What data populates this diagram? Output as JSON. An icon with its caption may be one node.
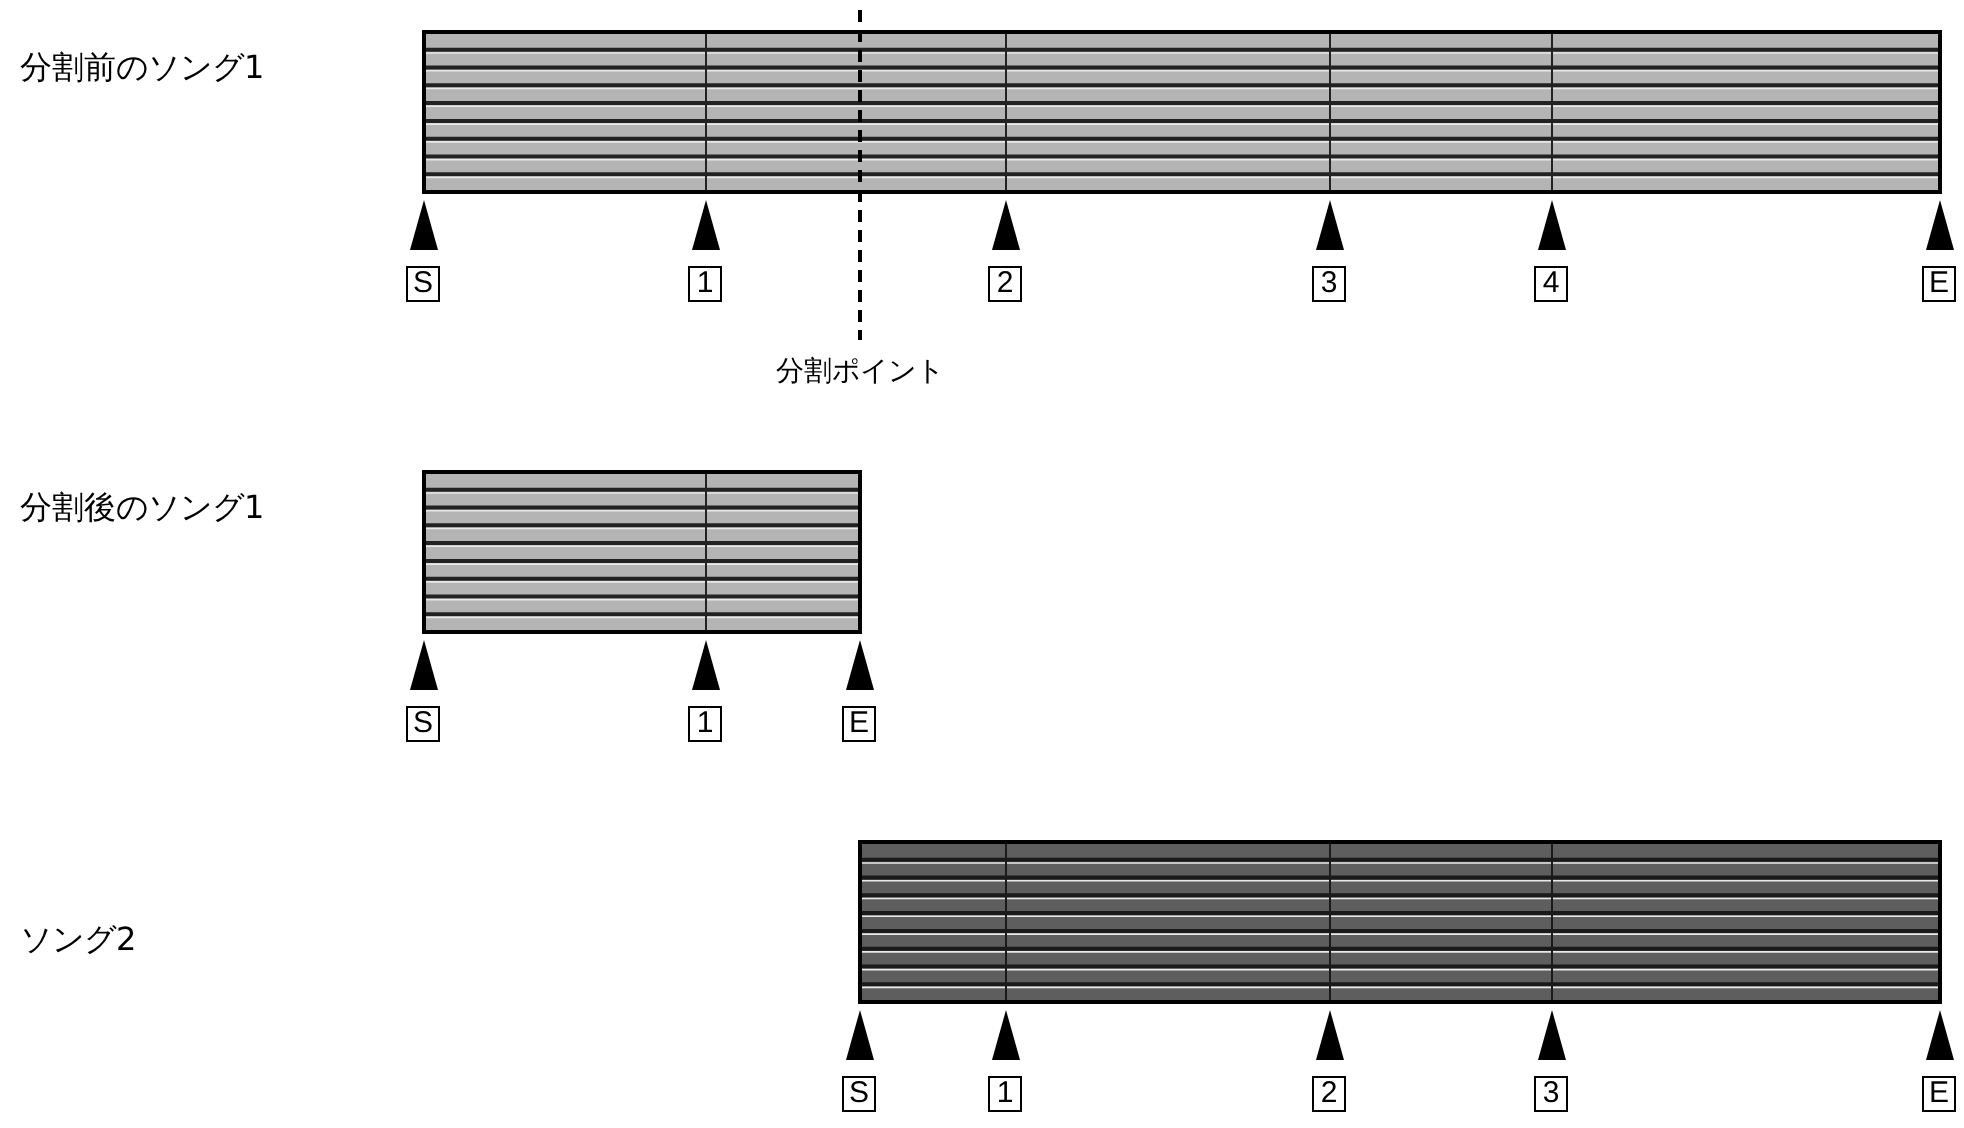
{
  "diagram": {
    "nodes": [
      {
        "text": [],
        "shape": "bar"
      },
      {
        "text": [],
        "shape": "bar"
      },
      {
        "text": [],
        "shape": "bar"
      }
    ],
    "labels": [
      "分割前のソング1",
      "S",
      "1",
      "2",
      "3",
      "4",
      "E",
      "分割ポイント",
      "分割後のソング1",
      "S",
      "1",
      "E",
      "ソング2",
      "S",
      "1",
      "2",
      "3",
      "E"
    ]
  }
}
